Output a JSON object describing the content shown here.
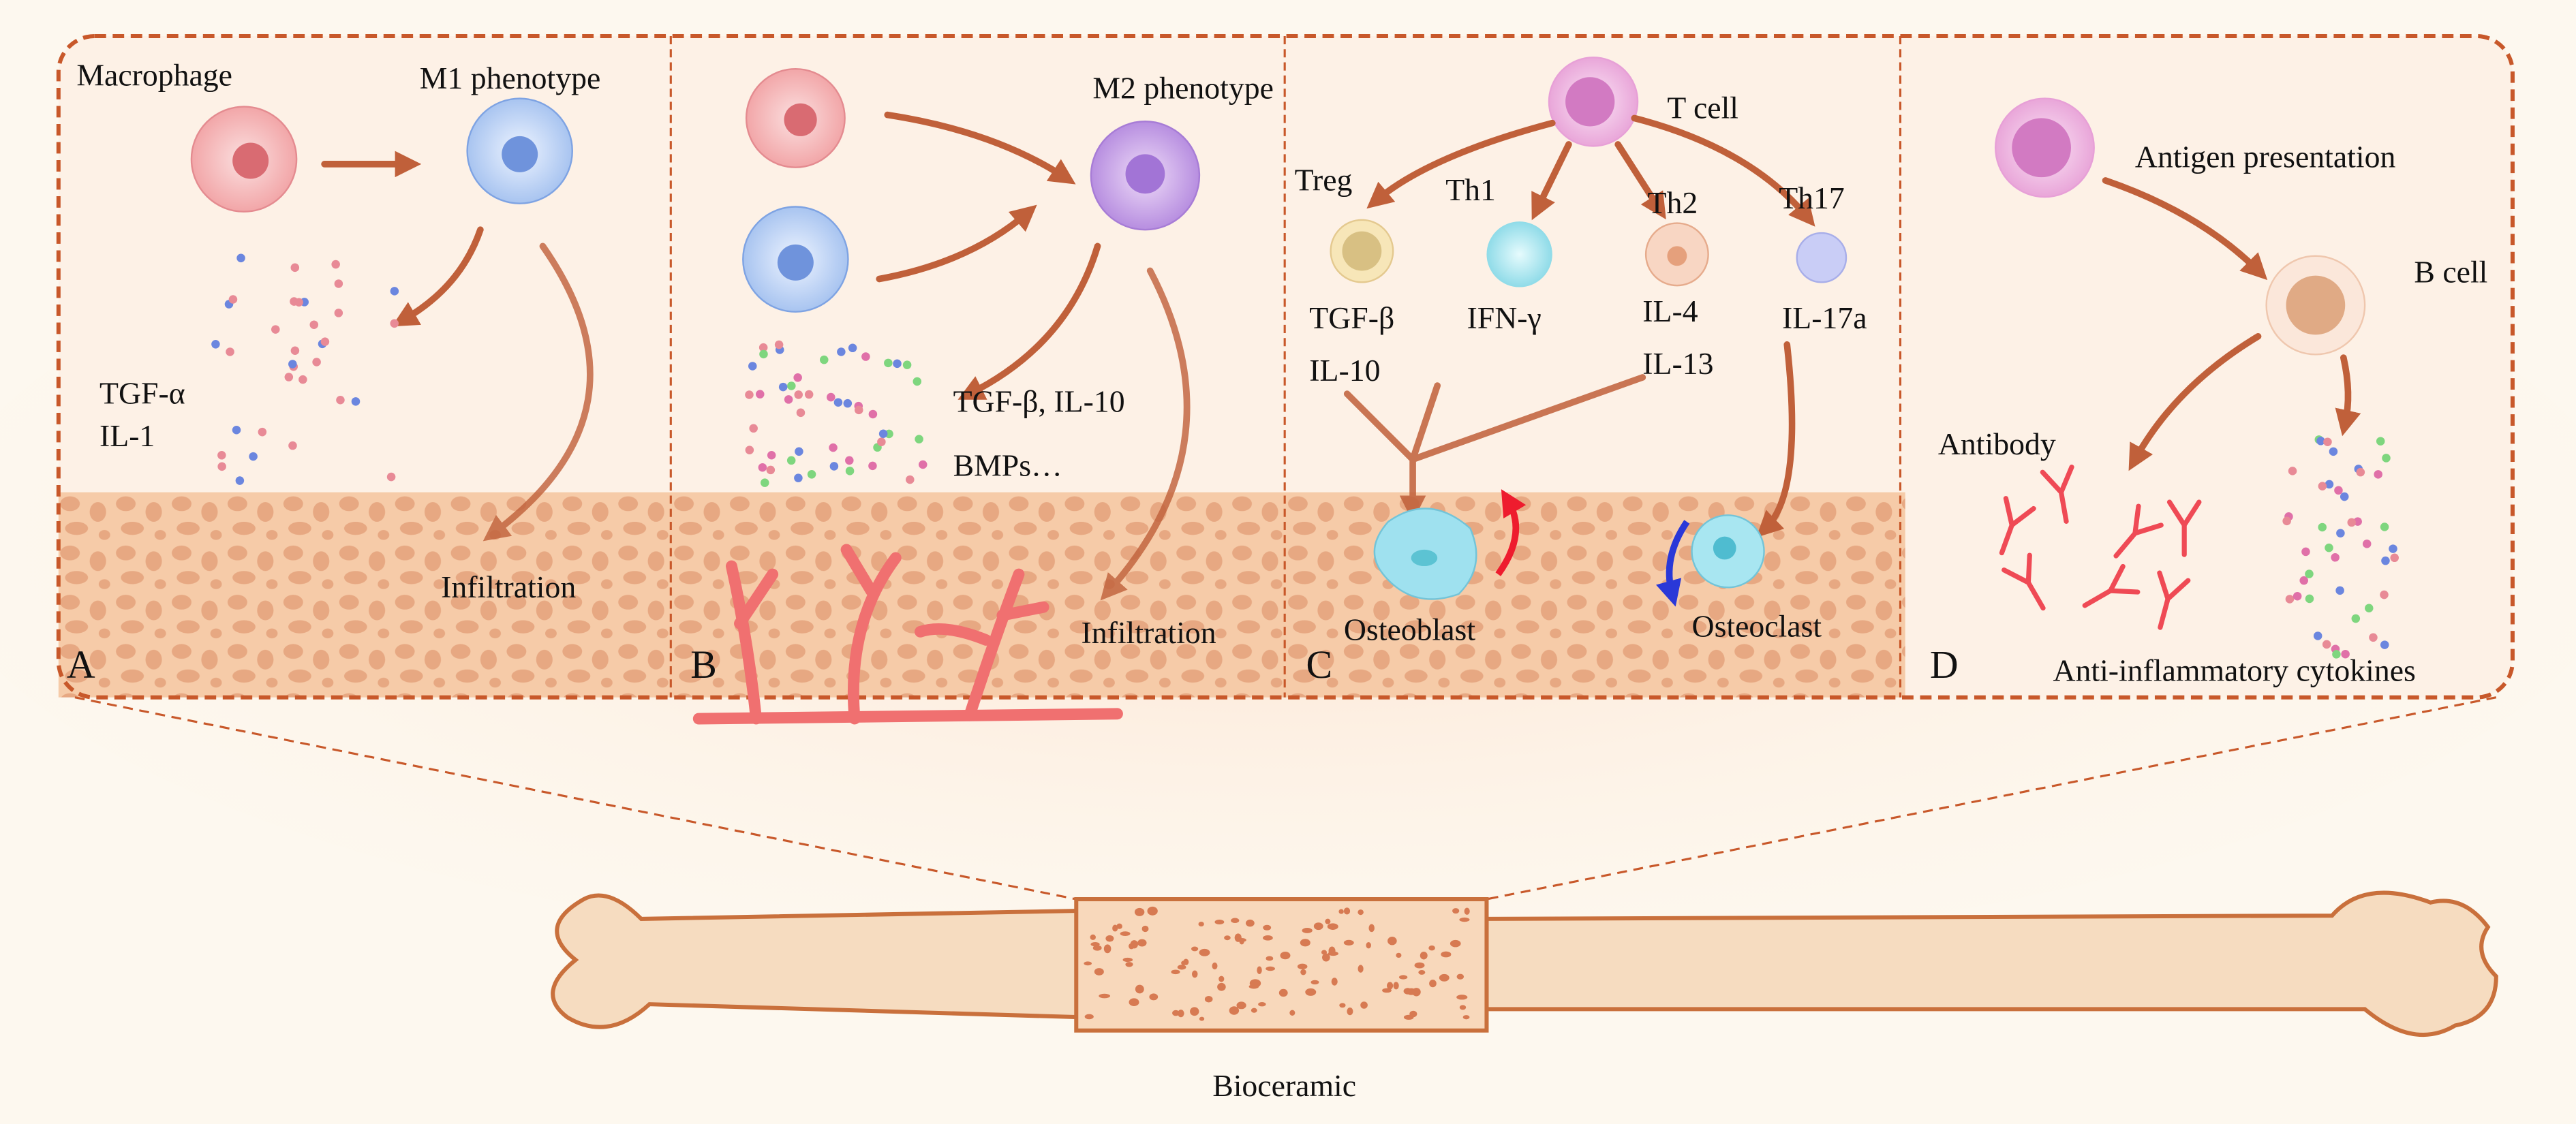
{
  "colors": {
    "frame": "#c8582a",
    "tissue": "#f6cba8",
    "pore": "#e7a882",
    "arrow": "#c0603a",
    "vessel": "#f07070",
    "bone": "#f6dcc0",
    "antibody": "#ef4a55"
  },
  "panel_a": {
    "letter": "A",
    "macrophage": "Macrophage",
    "m1": "M1 phenotype",
    "cytokine1": "TGF-α",
    "cytokine2": "IL-1",
    "infiltration": "Infiltration"
  },
  "panel_b": {
    "letter": "B",
    "m2": "M2 phenotype",
    "factors1": "TGF-β, IL-10",
    "factors2": "BMPs…",
    "infiltration": "Infiltration"
  },
  "panel_c": {
    "letter": "C",
    "tcell": "T cell",
    "treg": "Treg",
    "th1": "Th1",
    "th2": "Th2",
    "th17": "Th17",
    "treg_c1": "TGF-β",
    "treg_c2": "IL-10",
    "th1_c": "IFN-γ",
    "th2_c1": "IL-4",
    "th2_c2": "IL-13",
    "th17_c": "IL-17a",
    "osteoblast": "Osteoblast",
    "osteoclast": "Osteoclast"
  },
  "panel_d": {
    "letter": "D",
    "antigen": "Antigen presentation",
    "bcell": "B cell",
    "antibody": "Antibody",
    "cytokines": "Anti-inflammatory cytokines"
  },
  "bone": {
    "label": "Bioceramic"
  }
}
